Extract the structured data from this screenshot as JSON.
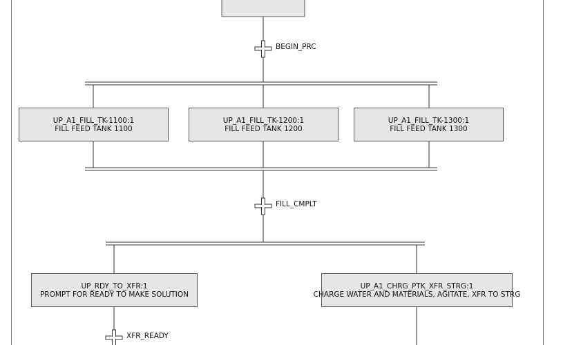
{
  "steps": [
    {
      "name": "UP_A1_FILL_TK-1100:1",
      "desc": "FILL FEED TANK 1100"
    },
    {
      "name": "UP_A1_FILL_TK-1200:1",
      "desc": "FILL FEED TANK 1200"
    },
    {
      "name": "UP_A1_FILL_TK-1300:1",
      "desc": "FILL FEED TANK 1300"
    },
    {
      "name": "UP_RDY_TO_XFR:1",
      "desc": "PROMPT FOR READY TO MAKE SOLUTION"
    },
    {
      "name": "UP_A1_CHRG_PTK_XFR_STRG:1",
      "desc": "CHARGE WATER AND MATERIALS, AGITATE, XFR TO STRG"
    }
  ],
  "transitions": [
    {
      "label": "BEGIN_PRC"
    },
    {
      "label": "FILL_CMPLT"
    },
    {
      "label": "XFR_READY"
    }
  ]
}
